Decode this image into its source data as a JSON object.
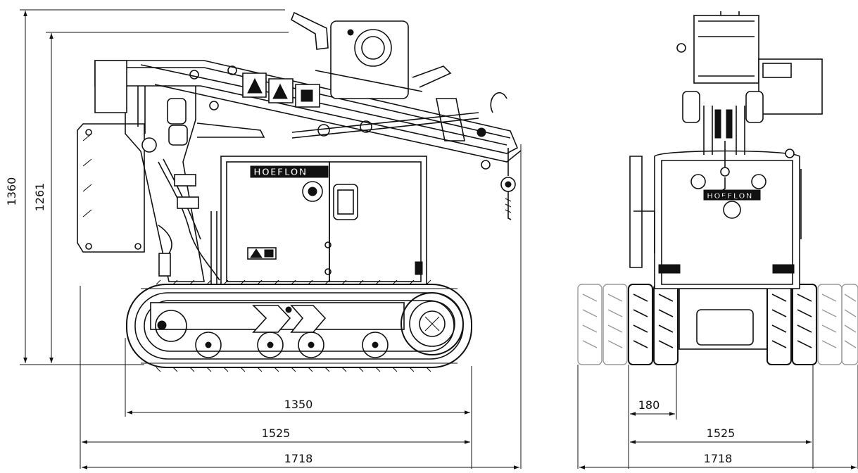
{
  "brand_label": "HOEFLON",
  "dimensions": {
    "side_height_total": "1360",
    "side_height_boom": "1261",
    "side_track_length": "1350",
    "side_width_1525": "1525",
    "side_width_1718": "1718",
    "front_track_width": "180",
    "front_width_1525": "1525",
    "front_width_1718": "1718"
  }
}
